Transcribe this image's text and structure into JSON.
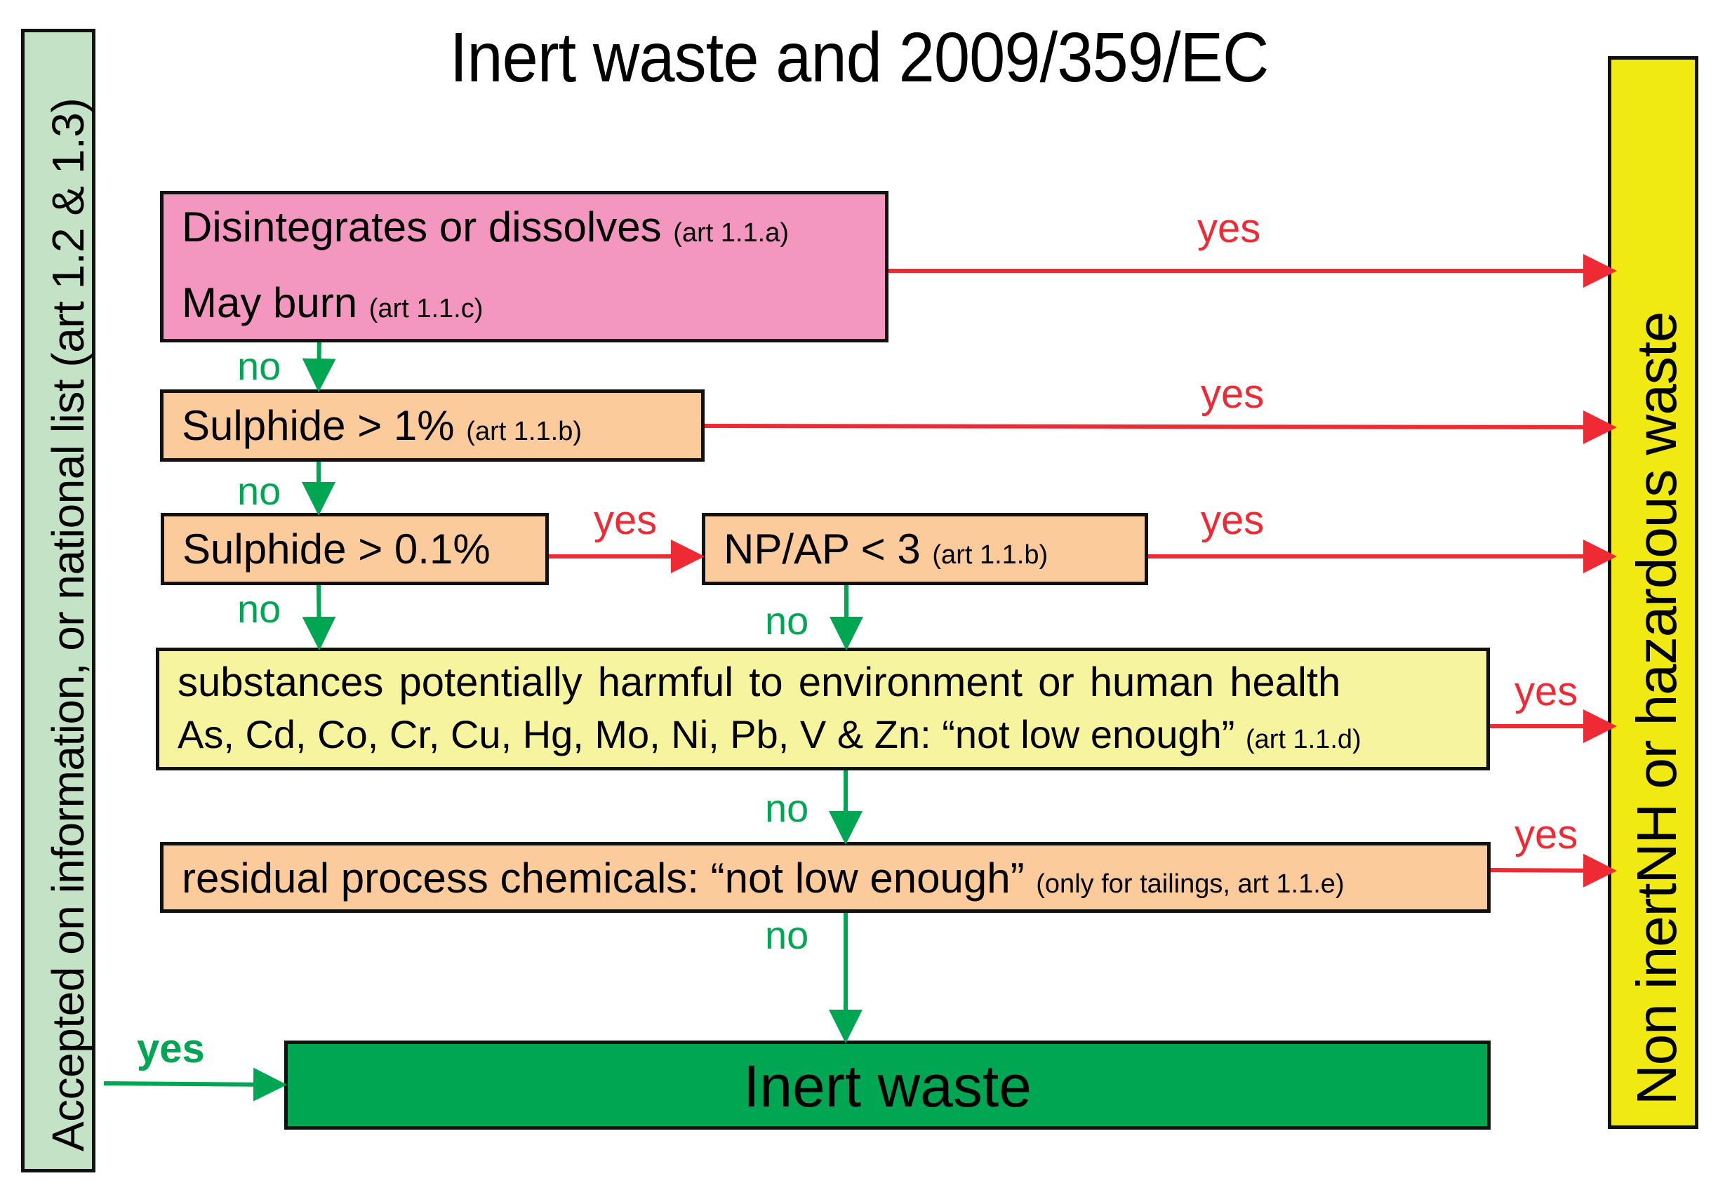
{
  "title": "Inert waste and 2009/359/EC",
  "colors": {
    "red_arrow": "#EE2A35",
    "green_arrow": "#00A651",
    "pink_box": "#F396C0",
    "peach_box": "#FCCB9C",
    "light_yellow_box": "#F6F49E",
    "inert_green_box": "#00A651",
    "left_bar": "#C4E3C6",
    "right_bar": "#F0E912"
  },
  "left_bar": {
    "text": "Accepted on information, or national list (art 1.2 & 1.3)"
  },
  "right_bar": {
    "text": "Non inertNH or hazardous waste"
  },
  "boxes": {
    "disintegrates": {
      "line1_main": "Disintegrates or dissolves",
      "line1_ref": "(art 1.1.a)",
      "line2_main": "May burn",
      "line2_ref": "(art 1.1.c)"
    },
    "sulphide_1": {
      "main": "Sulphide > 1%",
      "ref": "(art 1.1.b)"
    },
    "sulphide_01": {
      "main": "Sulphide > 0.1%"
    },
    "npap": {
      "main": "NP/AP < 3",
      "ref": "(art 1.1.b)"
    },
    "substances": {
      "line1": "substances potentially harmful to environment or human health",
      "line2_main": "As, Cd, Co, Cr, Cu, Hg, Mo, Ni, Pb, V & Zn: “not low enough”",
      "line2_ref": "(art 1.1.d)"
    },
    "residual": {
      "main": "residual process chemicals: “not low enough”",
      "ref": "(only for tailings, art 1.1.e)"
    },
    "inert": {
      "text": "Inert waste"
    }
  },
  "labels": {
    "yes": "yes",
    "no": "no"
  },
  "edges": [
    {
      "from": "disintegrates",
      "to": "right_bar",
      "label": "yes"
    },
    {
      "from": "disintegrates",
      "to": "sulphide_1",
      "label": "no"
    },
    {
      "from": "sulphide_1",
      "to": "right_bar",
      "label": "yes"
    },
    {
      "from": "sulphide_1",
      "to": "sulphide_01",
      "label": "no"
    },
    {
      "from": "sulphide_01",
      "to": "npap",
      "label": "yes"
    },
    {
      "from": "sulphide_01",
      "to": "substances",
      "label": "no"
    },
    {
      "from": "npap",
      "to": "right_bar",
      "label": "yes"
    },
    {
      "from": "npap",
      "to": "substances",
      "label": "no"
    },
    {
      "from": "substances",
      "to": "right_bar",
      "label": "yes"
    },
    {
      "from": "substances",
      "to": "residual",
      "label": "no"
    },
    {
      "from": "residual",
      "to": "right_bar",
      "label": "yes"
    },
    {
      "from": "residual",
      "to": "inert",
      "label": "no"
    },
    {
      "from": "left_bar",
      "to": "inert",
      "label": "yes"
    }
  ]
}
